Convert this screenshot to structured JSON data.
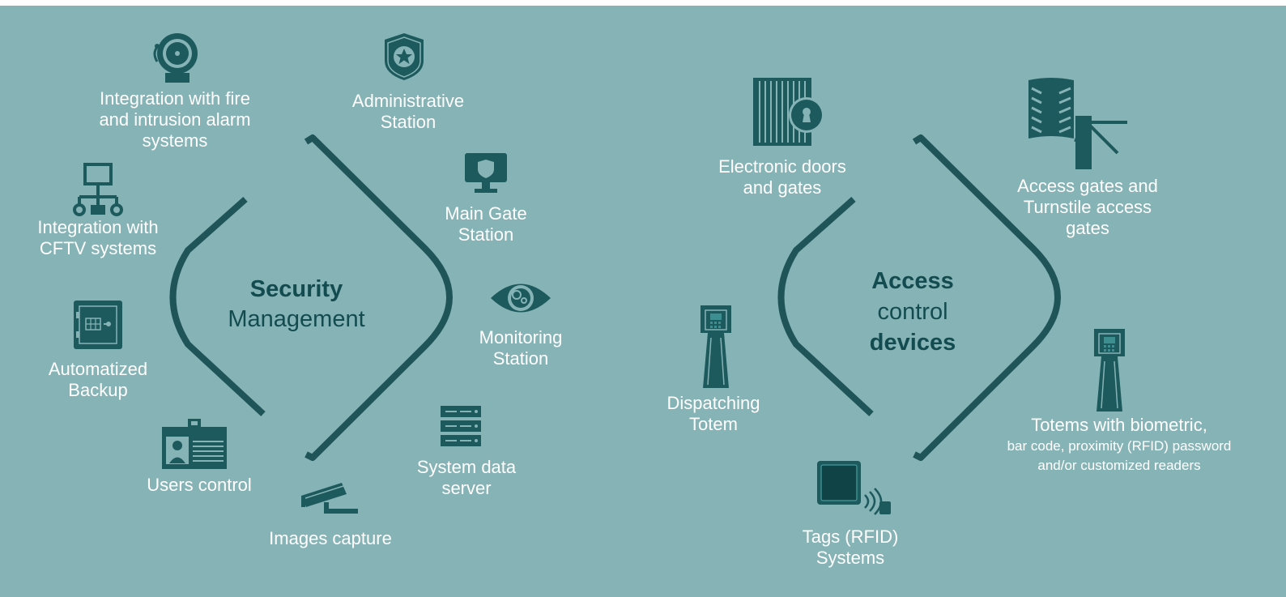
{
  "colors": {
    "background": "#86b3b5",
    "dark": "#134c50",
    "icon": "#1d5a5e",
    "text": "#ffffff"
  },
  "security": {
    "title_bold": "Security",
    "title_regular": "Management",
    "items": {
      "alarm": [
        "Integration with fire",
        "and intrusion alarm",
        "systems"
      ],
      "admin": [
        "Administrative",
        "Station"
      ],
      "cftv": [
        "Integration with",
        "CFTV systems"
      ],
      "main_gate": [
        "Main Gate",
        "Station"
      ],
      "monitoring": [
        "Monitoring",
        "Station"
      ],
      "backup": [
        "Automatized",
        "Backup"
      ],
      "server": [
        "System data",
        "server"
      ],
      "users": [
        "Users control"
      ],
      "images": [
        "Images capture"
      ]
    }
  },
  "access": {
    "title_line1": "Access",
    "title_line2": "control",
    "title_line3": "devices",
    "items": {
      "doors": [
        "Electronic doors",
        "and gates"
      ],
      "gates": [
        "Access gates and",
        "Turnstile access",
        "gates"
      ],
      "dispatching": [
        "Dispatching",
        "Totem"
      ],
      "biometric": [
        "Totems with biometric,",
        "bar code, proximity (RFID) password",
        "and/or customized readers"
      ],
      "tags": [
        "Tags (RFID)",
        "Systems"
      ]
    }
  },
  "icons": [
    "alarm-bell-icon",
    "shield-star-icon",
    "network-icon",
    "monitor-shield-icon",
    "eye-icon",
    "safe-icon",
    "server-rack-icon",
    "id-badge-icon",
    "security-camera-icon",
    "gate-lock-icon",
    "turnstile-icon",
    "totem-icon",
    "biometric-totem-icon",
    "rfid-tag-icon"
  ]
}
